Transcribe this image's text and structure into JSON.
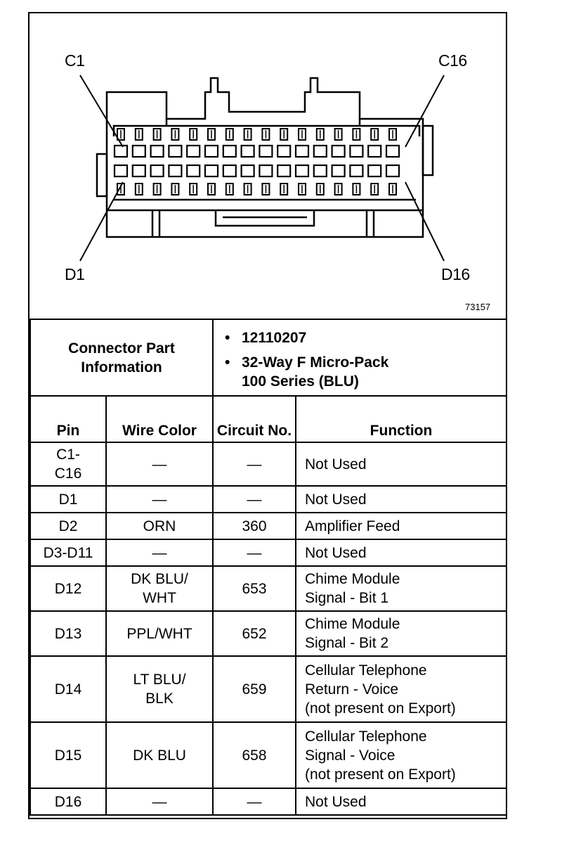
{
  "diagram": {
    "pin_labels": {
      "top_left": "C1",
      "top_right": "C16",
      "bottom_left": "D1",
      "bottom_right": "D16"
    },
    "figure_number": "73157"
  },
  "connector_info": {
    "title": "Connector Part\nInformation",
    "items": [
      "12110207",
      "32-Way F Micro-Pack\n100 Series (BLU)"
    ],
    "bullet": "•"
  },
  "table": {
    "headers": {
      "pin": "Pin",
      "wire_color": "Wire Color",
      "circuit": "Circuit\nNo.",
      "function": "Function"
    },
    "rows": [
      {
        "pin": "C1-\nC16",
        "wire_color": "—",
        "circuit": "—",
        "function": "Not Used"
      },
      {
        "pin": "D1",
        "wire_color": "—",
        "circuit": "—",
        "function": "Not Used"
      },
      {
        "pin": "D2",
        "wire_color": "ORN",
        "circuit": "360",
        "function": "Amplifier Feed"
      },
      {
        "pin": "D3-D11",
        "wire_color": "—",
        "circuit": "—",
        "function": "Not Used"
      },
      {
        "pin": "D12",
        "wire_color": "DK BLU/\nWHT",
        "circuit": "653",
        "function": "Chime Module\nSignal - Bit 1"
      },
      {
        "pin": "D13",
        "wire_color": "PPL/WHT",
        "circuit": "652",
        "function": "Chime Module\nSignal - Bit 2"
      },
      {
        "pin": "D14",
        "wire_color": "LT BLU/\nBLK",
        "circuit": "659",
        "function": "Cellular Telephone\nReturn - Voice\n(not present on Export)"
      },
      {
        "pin": "D15",
        "wire_color": "DK BLU",
        "circuit": "658",
        "function": "Cellular Telephone\nSignal - Voice\n(not present on Export)"
      },
      {
        "pin": "D16",
        "wire_color": "—",
        "circuit": "—",
        "function": "Not Used"
      }
    ]
  }
}
